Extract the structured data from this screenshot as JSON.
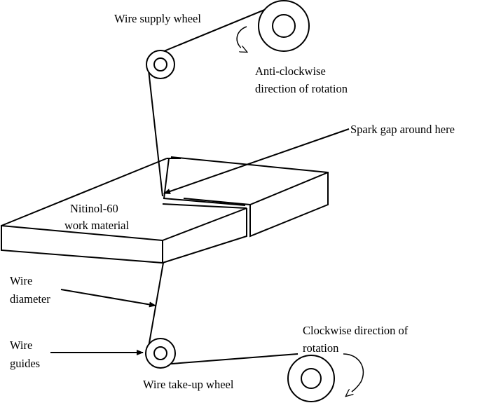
{
  "labels": {
    "supply_wheel": "Wire supply wheel",
    "anti_clockwise_1": "Anti-clockwise",
    "anti_clockwise_2": "direction of rotation",
    "spark_gap": "Spark gap around here",
    "work_material_1": "Nitinol-60",
    "work_material_2": "work material",
    "wire_diameter_1": "Wire",
    "wire_diameter_2": "diameter",
    "wire_guides_1": "Wire",
    "wire_guides_2": "guides",
    "clockwise_1": "Clockwise direction of",
    "clockwise_2": "rotation",
    "takeup_wheel": "Wire take-up wheel"
  },
  "colors": {
    "stroke": "#000000",
    "background": "#ffffff"
  }
}
